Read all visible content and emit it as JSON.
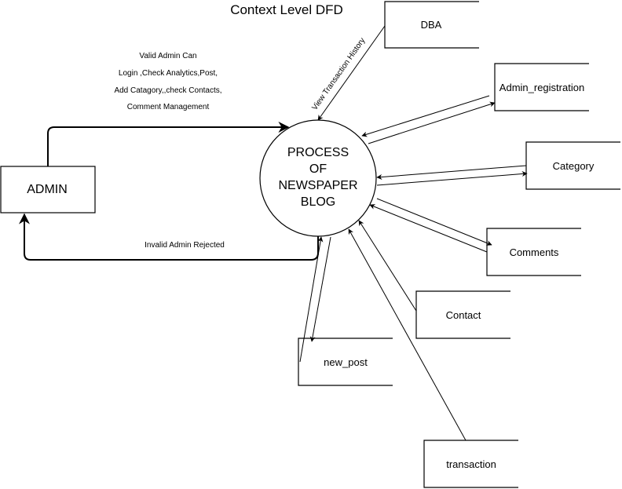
{
  "diagram": {
    "title": "Context Level DFD",
    "process": {
      "line1": "PROCESS",
      "line2": "OF",
      "line3": "NEWSPAPER",
      "line4": "BLOG"
    },
    "entities": {
      "admin": "ADMIN",
      "dba": "DBA",
      "admin_registration": "Admin_registration",
      "category": "Category",
      "comments": "Comments",
      "contact": "Contact",
      "new_post": "new_post",
      "transaction": "transaction"
    },
    "flows": {
      "admin_can": [
        "Valid Admin Can",
        "Login ,Check Analytics,Post,",
        "Add Catagory,,check Contacts,",
        "Comment Management"
      ],
      "rejected": "Invalid Admin Rejected",
      "dba_view": "View Transaction History"
    }
  }
}
